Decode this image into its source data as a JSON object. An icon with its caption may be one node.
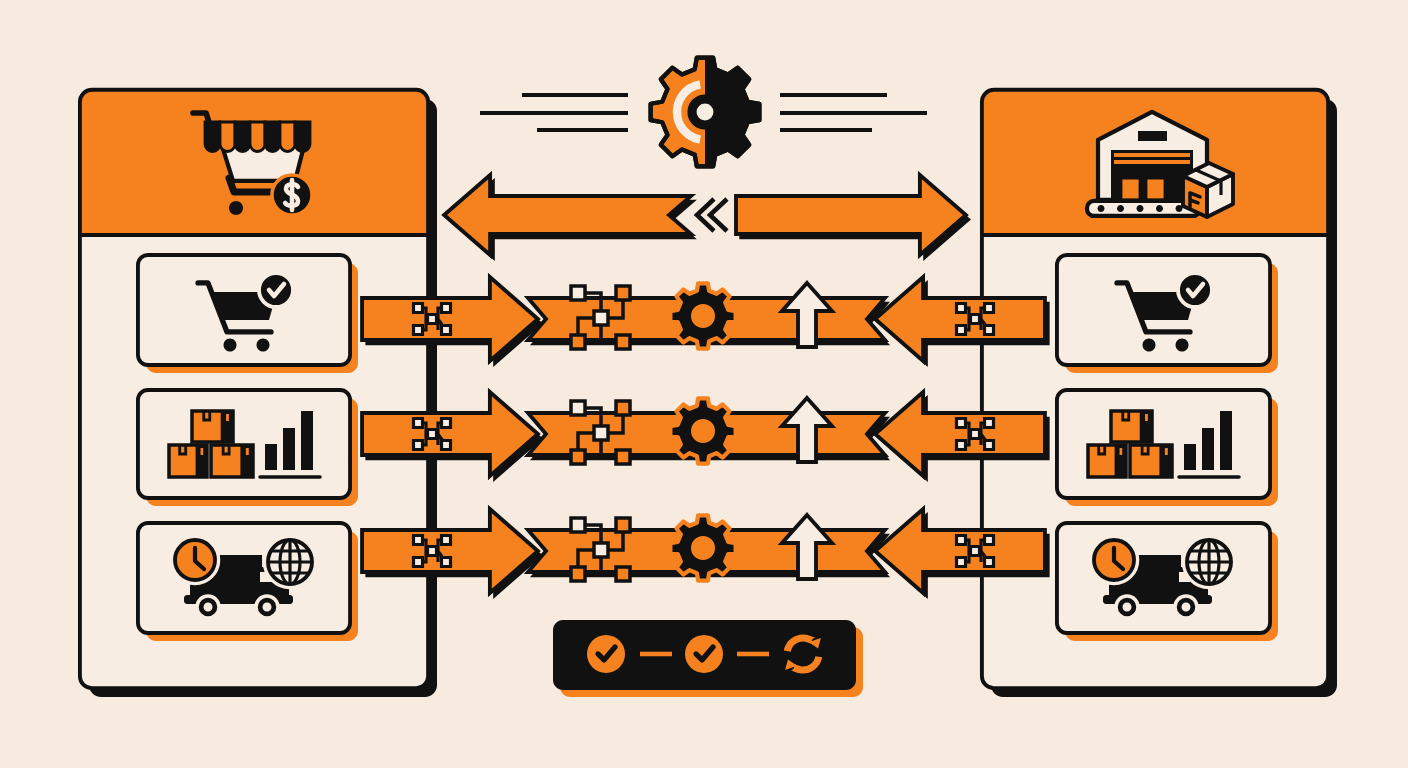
{
  "diagram": {
    "nodes": [
      {
        "text": [],
        "shape": "box"
      },
      {
        "text": [],
        "shape": "box",
        "in": 0
      },
      {
        "text": [],
        "shape": "box",
        "in": 0
      },
      {
        "text": [],
        "shape": "box",
        "in": 0
      },
      {
        "text": [],
        "shape": "box"
      },
      {
        "text": [],
        "shape": "box",
        "in": 4
      },
      {
        "text": [],
        "shape": "box",
        "in": 4
      },
      {
        "text": [],
        "shape": "box",
        "in": 4
      },
      {
        "text": [],
        "shape": "bar"
      },
      {
        "text": [],
        "shape": "bar"
      },
      {
        "text": [],
        "shape": "bar"
      }
    ],
    "edges": [
      {
        "from": null,
        "to": 0,
        "arrow": "to"
      },
      {
        "from": null,
        "to": 4,
        "arrow": "to"
      },
      {
        "from": 1,
        "to": 8,
        "arrow": "to"
      },
      {
        "from": 5,
        "to": 8,
        "arrow": "to"
      },
      {
        "from": 2,
        "to": 9,
        "arrow": "to"
      },
      {
        "from": 6,
        "to": 9,
        "arrow": "to"
      },
      {
        "from": 3,
        "to": 10,
        "arrow": "to"
      },
      {
        "from": 7,
        "to": 10,
        "arrow": "to"
      }
    ]
  }
}
